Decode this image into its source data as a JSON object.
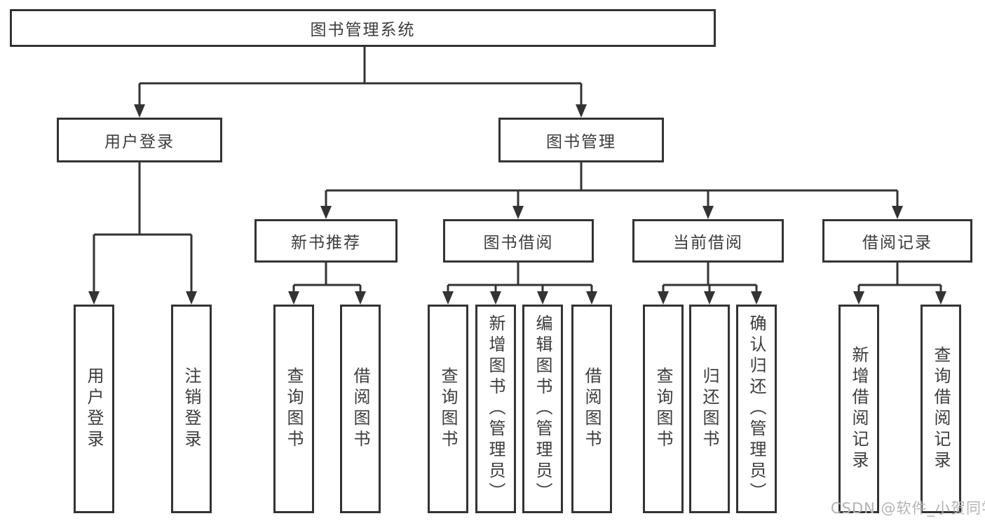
{
  "tree": {
    "root": {
      "label": "图书管理系统",
      "children": [
        {
          "label": "用户登录",
          "children": [
            {
              "label": "用户登录"
            },
            {
              "label": "注销登录"
            }
          ]
        },
        {
          "label": "图书管理",
          "children": [
            {
              "label": "新书推荐",
              "children": [
                {
                  "label": "查询图书"
                },
                {
                  "label": "借阅图书"
                }
              ]
            },
            {
              "label": "图书借阅",
              "children": [
                {
                  "label": "查询图书"
                },
                {
                  "label": "新增图书（管理员）"
                },
                {
                  "label": "编辑图书（管理员）"
                },
                {
                  "label": "借阅图书"
                }
              ]
            },
            {
              "label": "当前借阅",
              "children": [
                {
                  "label": "查询图书"
                },
                {
                  "label": "归还图书"
                },
                {
                  "label": "确认归还（管理员）"
                }
              ]
            },
            {
              "label": "借阅记录",
              "children": [
                {
                  "label": "新增借阅记录"
                },
                {
                  "label": "查询借阅记录"
                }
              ]
            }
          ]
        }
      ]
    }
  },
  "watermark": "CSDN @软件_小贺同学",
  "colors": {
    "line": "#333333",
    "text": "#3c3c3c",
    "watermark": "#b3b3b3",
    "background": "#ffffff"
  }
}
